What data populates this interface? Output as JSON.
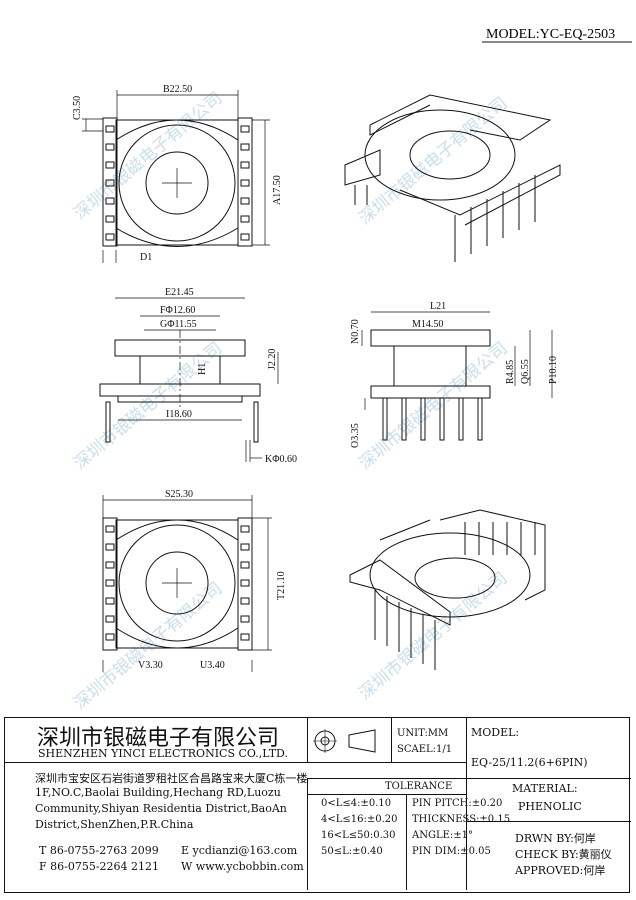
{
  "model_header": "MODEL:YC-EQ-2503",
  "watermark": "深圳市银磁电子有限公司",
  "dimensions": {
    "top_view_1": {
      "width": "B22.50",
      "pin_height": "C3.50",
      "height": "A17.50",
      "pin_width": "D1"
    },
    "side_view_1": {
      "overall": "E21.45",
      "flange_dia": "FΦ12.60",
      "core_dia": "GΦ11.55",
      "h": "H1",
      "j": "J2.20",
      "i": "I18.60",
      "k": "KΦ0.60"
    },
    "side_view_2": {
      "l": "L21",
      "m": "M14.50",
      "n": "N0.70",
      "r": "R4.85",
      "q": "Q6.55",
      "p": "P10.10",
      "o": "O3.35"
    },
    "bottom_view": {
      "width": "S25.30",
      "height": "T21.10",
      "v": "V3.30",
      "u": "U3.40"
    }
  },
  "title_block": {
    "company_cn": "深圳市银磁电子有限公司",
    "company_en": "SHENZHEN YINCI ELECTRONICS CO.,LTD.",
    "address_cn": "深圳市宝安区石岩街道罗租社区合昌路宝来大厦C栋一楼",
    "address_en_lines": [
      "1F,NO.C,Baolai Building,Hechang RD,Luozu",
      "Community,Shiyan Residentia District,BaoAn",
      "District,ShenZhen,P.R.China"
    ],
    "tel": "T 86-0755-2763 2099",
    "fax": "F 86-0755-2264 2121",
    "email": "E ycdianzi@163.com",
    "web": "W www.ycbobbin.com",
    "unit": "UNIT:MM",
    "scale": "SCAEL:1/1",
    "model_label": "MODEL:",
    "model_value": "EQ-25/11.2(6+6PIN)",
    "tolerance_title": "TOLERANCE",
    "tol_left": [
      "0<L≤4:±0.10",
      "4<L≤16:±0.20",
      "16<L≤50:0.30",
      "50≤L:±0.40"
    ],
    "tol_right": [
      "PIN PITCH:±0.20",
      "THICKNESS:±0.15",
      "ANGLE:±1°",
      "PIN DIM:±0.05"
    ],
    "material_label": "MATERIAL:",
    "material_value": "PHENOLIC",
    "drawn_by": "DRWN BY:何岸",
    "check_by": "CHECK BY:黄丽仪",
    "approved": "APPROVED:何岸"
  }
}
